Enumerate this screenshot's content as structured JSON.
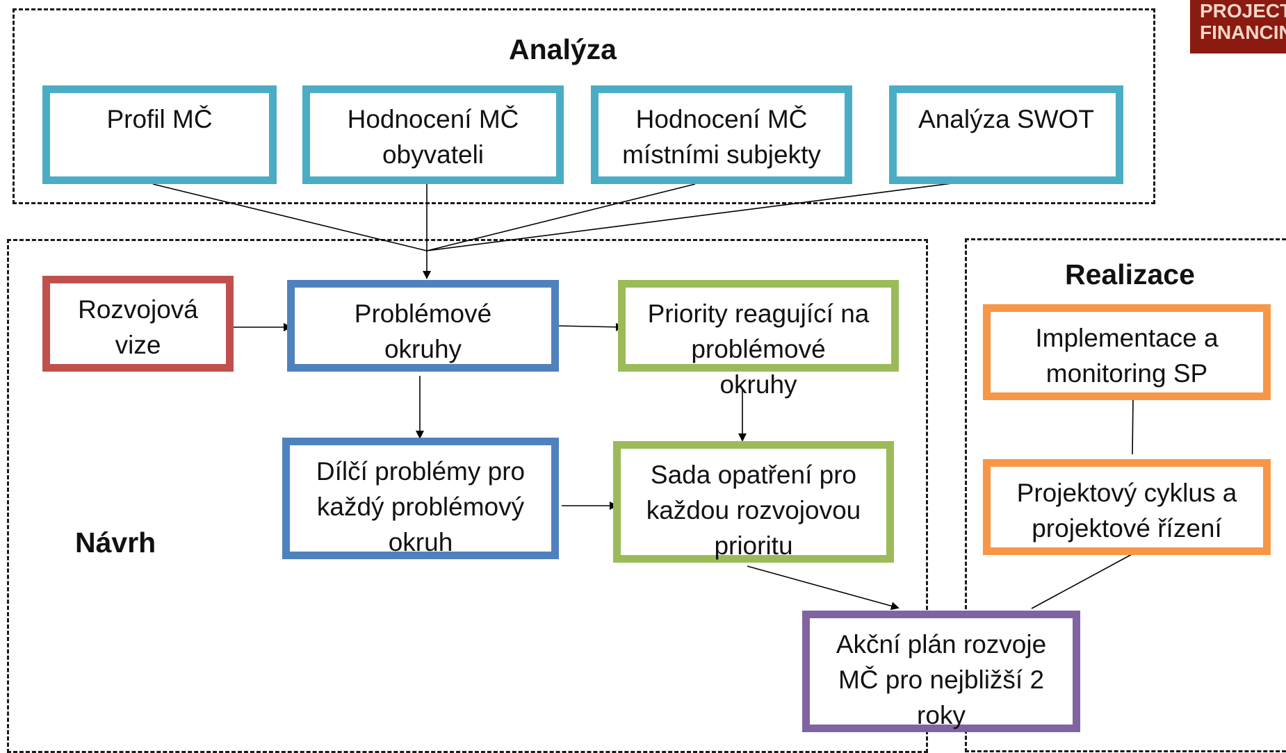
{
  "logo": {
    "line1": "PROJECTS",
    "line2": "FINANCING"
  },
  "sections": {
    "analysis": "Analýza",
    "design": "Návrh",
    "realization": "Realizace"
  },
  "boxes": {
    "profil": "Profil MČ",
    "hodnoceni_obyvateli": "Hodnocení MČ\nobyvateli",
    "hodnoceni_subjekty": "Hodnocení MČ\nmístními subjekty",
    "swot": "Analýza SWOT",
    "vize": "Rozvojová\nvize",
    "problemove_okruhy": "Problémové\nokruhy",
    "priority": "Priority reagující na\nproblémové\nokruhy",
    "dilci_problemy": "Dílčí problémy pro\nkaždý problémový\nokruh",
    "sada_opatreni": "Sada opatření pro\nkaždou rozvojovou\nprioritu",
    "implementace": "Implementace a\nmonitoring SP",
    "projektovy_cyklus": "Projektový cyklus a\nprojektové řízení",
    "akcni_plan": "Akční plán rozvoje\nMČ pro nejbližší 2\nroky"
  }
}
